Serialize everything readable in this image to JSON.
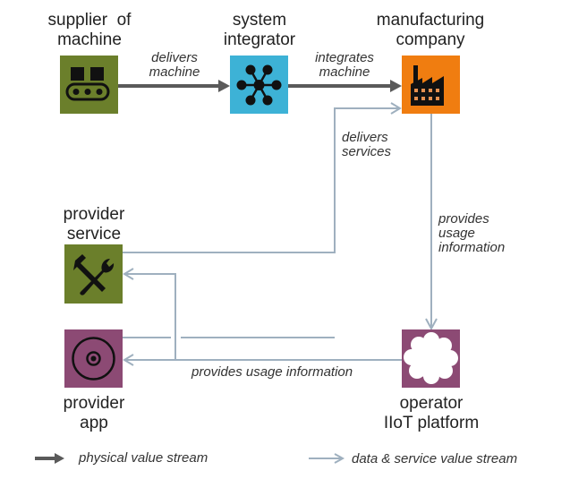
{
  "nodes": {
    "supplier": {
      "label_line1": "supplier  of",
      "label_line2": "machine",
      "icon": "conveyor-belt-icon",
      "color": "#6b7f2b"
    },
    "integrator": {
      "label_line1": "system",
      "label_line2": "integrator",
      "icon": "network-hub-icon",
      "color": "#3db2d6"
    },
    "manufacturer": {
      "label_line1": "manufacturing",
      "label_line2": "company",
      "icon": "factory-icon",
      "color": "#f07d10"
    },
    "service": {
      "label_line1": "provider",
      "label_line2": "service",
      "icon": "hammer-wrench-icon",
      "color": "#6b7f2b"
    },
    "app": {
      "label_line1": "provider",
      "label_line2": "app",
      "icon": "target-disc-icon",
      "color": "#8c4a74"
    },
    "platform": {
      "label_line1": "operator",
      "label_line2": "IIoT platform",
      "icon": "cloud-icon",
      "color": "#8c4a74"
    }
  },
  "edges": {
    "delivers_machine": {
      "line1": "delivers",
      "line2": "machine"
    },
    "integrates_machine": {
      "line1": "integrates",
      "line2": "machine"
    },
    "delivers_services": {
      "line1": "delivers",
      "line2": "services"
    },
    "provides_usage_vertical": {
      "line1": "provides",
      "line2": "usage",
      "line3": "information"
    },
    "provides_usage_horizontal": {
      "text": "provides usage information"
    }
  },
  "legend": {
    "physical": "physical value stream",
    "data": "data & service value stream"
  },
  "colors": {
    "physical_stream": "#5a5a5a",
    "data_stream": "#9fb0bf"
  }
}
